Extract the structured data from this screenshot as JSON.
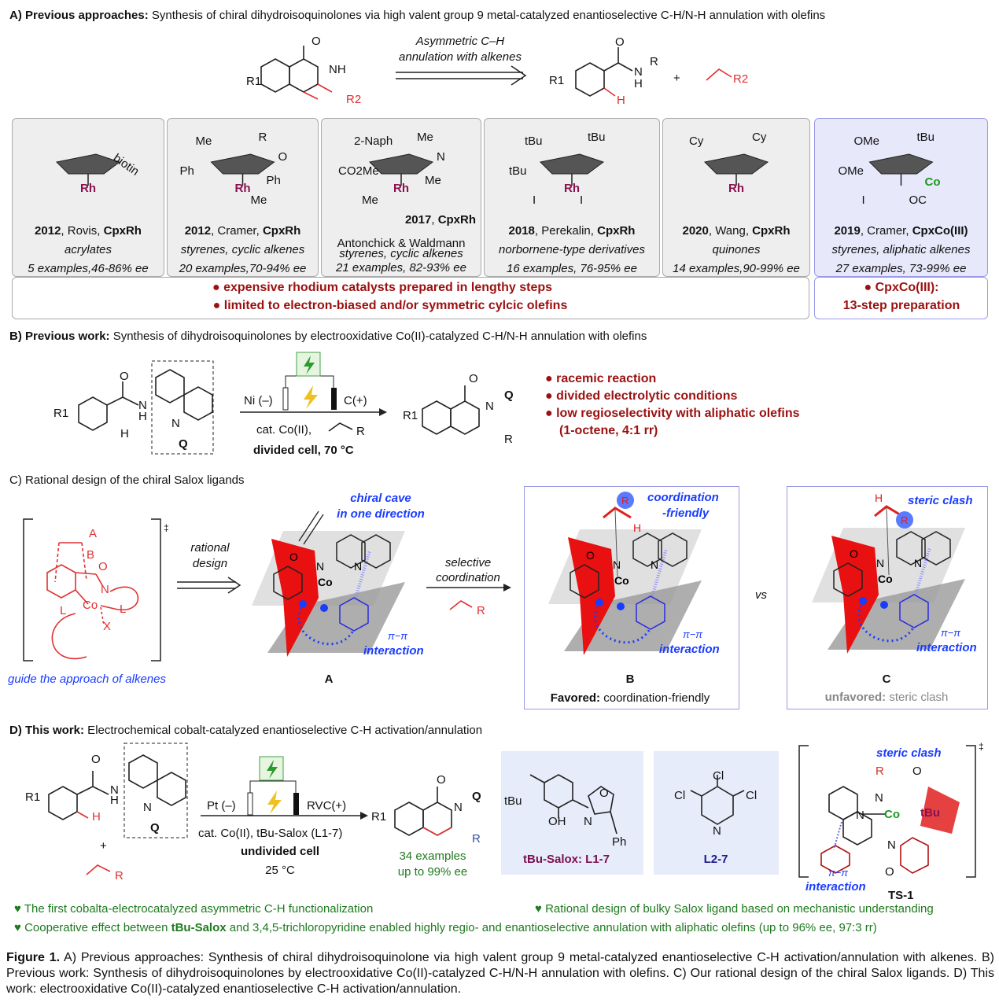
{
  "sectionA": {
    "header_bold": "A) Previous approaches:",
    "header_text": " Synthesis of chiral dihydroisoquinolones via high valent group 9 metal-catalyzed enantioselective C-H/N-H annulation with olefins",
    "arrow_label_1": "Asymmetric C–H",
    "arrow_label_2": "annulation with alkenes",
    "reactant_labels": {
      "r1": "R1",
      "r2": "R2",
      "nh": "NH",
      "o": "O"
    },
    "product_labels": {
      "r1": "R1",
      "o": "O",
      "n": "N",
      "h": "H",
      "r": "R",
      "ch": "H",
      "plus": "+",
      "r2": "R2"
    },
    "catalysts": [
      {
        "year": "2012",
        "author": ", Rovis, ",
        "cat": "CpxRh",
        "scope": "acrylates",
        "examples": "5 examples,46-86% ee",
        "struct": [
          "biotin",
          "Rh"
        ]
      },
      {
        "year": "2012",
        "author": ", Cramer, ",
        "cat": "CpxRh",
        "scope": "styrenes, cyclic alkenes",
        "examples": "20 examples,70-94% ee",
        "struct": [
          "Me",
          "R",
          "Ph",
          "O",
          "Me",
          "Rh",
          "Ph"
        ]
      },
      {
        "year": "2017",
        "author": ", ",
        "cat": "CpxRh",
        "extra": "Antonchick & Waldmann",
        "scope": "styrenes, cyclic alkenes",
        "examples": "21 examples, 82-93% ee",
        "struct": [
          "2-Naph",
          "Me",
          "CO2Me",
          "N",
          "Rh",
          "Me",
          "Me"
        ]
      },
      {
        "year": "2018",
        "author": ", Perekalin, ",
        "cat": "CpxRh",
        "scope": "norbornene-type derivatives",
        "examples": "16 examples, 76-95% ee",
        "struct": [
          "tBu",
          "tBu",
          "tBu",
          "Rh",
          "I",
          "I"
        ]
      },
      {
        "year": "2020",
        "author": ", Wang, ",
        "cat": "CpxRh",
        "scope": "quinones",
        "examples": "14 examples,90-99% ee",
        "struct": [
          "Cy",
          "Cy",
          "Rh"
        ]
      },
      {
        "year": "2019",
        "author": ", Cramer, ",
        "cat": "CpxCo(III)",
        "scope": "styrenes, aliphatic alkenes",
        "examples": "27 examples, 73-99% ee",
        "struct": [
          "OMe",
          "tBu",
          "OMe",
          "Co",
          "OC",
          "I"
        ]
      }
    ],
    "drawbacks": [
      "expensive rhodium catalysts prepared in lengthy steps",
      "limited to electron-biased and/or symmetric cylcic olefins"
    ],
    "co_drawback_1": "CpxCo(III):",
    "co_drawback_2": "13-step preparation"
  },
  "sectionB": {
    "header_bold": "B) Previous work:",
    "header_text": " Synthesis of dihydroisoquinolones by electrooxidative Co(II)-catalyzed C-H/N-H annulation with olefins",
    "labels": {
      "r1": "R1",
      "o": "O",
      "nh": "N",
      "h": "H",
      "h2": "H",
      "n": "N",
      "q": "Q"
    },
    "electrode_left": "Ni (–)",
    "electrode_right": "C(+)",
    "cond_1": "cat. Co(II),",
    "cond_r": "R",
    "cond_2": "divided cell, 70 °C",
    "product": {
      "r1": "R1",
      "o": "O",
      "n": "N",
      "q": "Q",
      "r": "R"
    },
    "bullets": [
      "racemic reaction",
      "divided electrolytic conditions",
      "low regioselectivity with aliphatic olefins",
      "(1-octene, 4:1 rr)"
    ]
  },
  "sectionC": {
    "header": "C) Rational design of the chiral Salox ligands",
    "ts_labels": {
      "a": "A",
      "b": "B",
      "o": "O",
      "n": "N",
      "co": "Co",
      "l1": "L",
      "l2": "L",
      "x": "X",
      "dagger": "‡"
    },
    "guide": "guide the approach of alkenes",
    "arrow1_1": "rational",
    "arrow1_2": "design",
    "chiral_cave_1": "chiral cave",
    "chiral_cave_2": "in one direction",
    "pi": "π−π",
    "interaction": "interaction",
    "label_a": "A",
    "arrow2_1": "selective",
    "arrow2_2": "coordination",
    "alkene_r": "R",
    "coord_1": "coordination",
    "coord_2": "-friendly",
    "label_b": "B",
    "favored_bold": "Favored:",
    "favored_text": " coordination-friendly",
    "vs": "vs",
    "steric": "steric clash",
    "label_c": "C",
    "unfavored_bold": "unfavored:",
    "unfavored_text": " steric clash",
    "atoms": {
      "o": "O",
      "n": "N",
      "n2": "N",
      "co": "Co",
      "r": "R",
      "h": "H"
    }
  },
  "sectionD": {
    "header_bold": "D) This work:",
    "header_text": " Electrochemical cobalt-catalyzed enantioselective C-H activation/annulation",
    "labels": {
      "r1": "R1",
      "o": "O",
      "n": "N",
      "h": "H",
      "h2": "H",
      "nq": "N",
      "q": "Q",
      "plus": "+",
      "r": "R"
    },
    "electrode_left": "Pt (–)",
    "electrode_right": "RVC(+)",
    "cond_1": "cat. Co(II), tBu-Salox (L1-7)",
    "cond_2": "undivided cell",
    "cond_3": "25 °C",
    "product": {
      "r1": "R1",
      "o": "O",
      "n": "N",
      "q": "Q",
      "r": "R"
    },
    "yield_1": "34 examples",
    "yield_2": "up to 99% ee",
    "salox": {
      "tbu": "tBu",
      "oh": "OH",
      "n": "N",
      "o": "O",
      "ph": "Ph",
      "label": "tBu-Salox: L1-7"
    },
    "pyridine": {
      "cl1": "Cl",
      "cl2": "Cl",
      "cl3": "Cl",
      "n": "N",
      "label": "L2-7"
    },
    "ts": {
      "steric": "steric clash",
      "r": "R",
      "o": "O",
      "n1": "N",
      "n2": "N",
      "co": "Co",
      "tbu": "tBu",
      "n3": "N",
      "o2": "O",
      "pi": "π−π",
      "interaction": "interaction",
      "label": "TS-1",
      "dagger": "‡"
    },
    "bullets": [
      "The first cobalta-electrocatalyzed asymmetric C-H functionalization",
      "Rational design of bulky Salox ligand based on mechanistic understanding"
    ],
    "bullet3_pre": "Cooperative effect between ",
    "bullet3_bold": "tBu-Salox",
    "bullet3_post": " and 3,4,5-trichloropyridine enabled highly regio- and enantioselective annulation with aliphatic olefins (up to 96% ee, 97:3 rr)"
  },
  "caption": {
    "bold": "Figure 1.",
    "text": " A) Previous approaches: Synthesis of chiral dihydroisoquinolone via high valent group 9 metal-catalyzed enantioselective C-H activation/annulation with alkenes. B) Previous work: Synthesis of dihydroisoquinolones by electrooxidative Co(II)-catalyzed C-H/N-H annulation with olefins. C) Our rational design of the chiral Salox ligands. D) This work: electrooxidative Co(II)-catalyzed enantioselective C-H activation/annulation."
  },
  "colors": {
    "red": "#9b1010",
    "blue": "#1a3cff",
    "green": "#1e7a1e",
    "rh": "#8b1050",
    "co": "#1a9a1a"
  }
}
